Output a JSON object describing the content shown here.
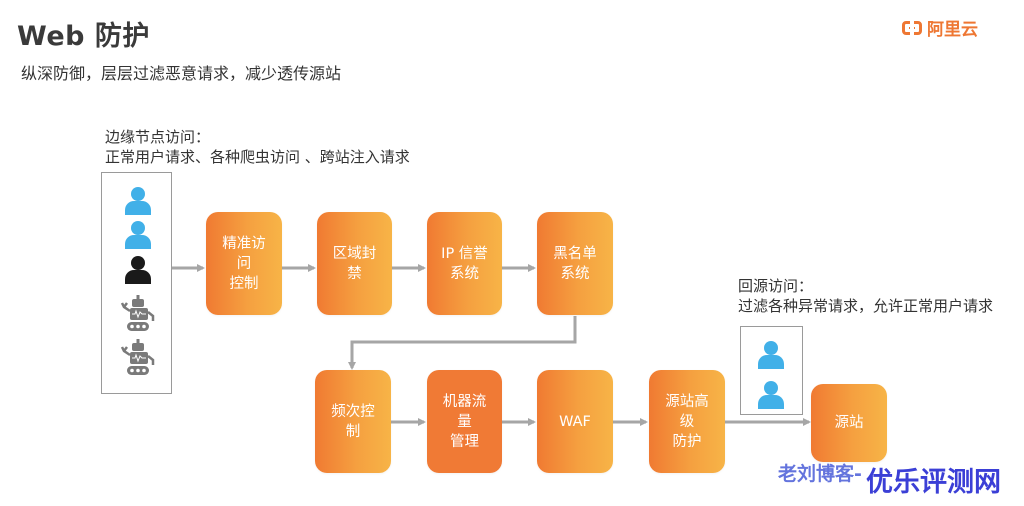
{
  "header": {
    "title": "Web 防护",
    "subtitle": "纵深防御，层层过滤恶意请求，减少透传源站",
    "logo_text": "阿里云",
    "logo_icon": "aliyun-logo-icon",
    "brand_color": "#EE7733"
  },
  "edge_access": {
    "title": "边缘节点访问：",
    "description": "正常用户请求、各种爬虫访问 、跨站注入请求",
    "visitors": [
      {
        "type": "user",
        "icon": "user-icon",
        "color": "#41B0E8"
      },
      {
        "type": "user",
        "icon": "user-icon",
        "color": "#41B0E8"
      },
      {
        "type": "malicious-user",
        "icon": "user-icon",
        "color": "#1A1A1A"
      },
      {
        "type": "crawler",
        "icon": "robot-icon",
        "color": "#7A7A7A"
      },
      {
        "type": "crawler",
        "icon": "robot-icon",
        "color": "#7A7A7A"
      }
    ]
  },
  "pipeline": {
    "row1": [
      {
        "label_line1": "精准访问",
        "label_line2": "控制"
      },
      {
        "label_line1": "区域封禁",
        "label_line2": ""
      },
      {
        "label_line1": "IP 信誉",
        "label_line2": "系统"
      },
      {
        "label_line1": "黑名单",
        "label_line2": "系统"
      }
    ],
    "row2": [
      {
        "label_line1": "频次控制",
        "label_line2": ""
      },
      {
        "label_line1": "机器流量",
        "label_line2": "管理"
      },
      {
        "label_line1": "WAF",
        "label_line2": ""
      },
      {
        "label_line1": "源站高级",
        "label_line2": "防护"
      }
    ],
    "origin": {
      "label_line1": "源站"
    },
    "node_color_start": "#F07A32",
    "node_color_end": "#F7B447",
    "arrow_color": "#A6A6A6"
  },
  "origin_access": {
    "title": "回源访问：",
    "description": "过滤各种异常请求，允许正常用户请求",
    "visitors": [
      {
        "type": "user",
        "icon": "user-icon",
        "color": "#41B0E8"
      },
      {
        "type": "user",
        "icon": "user-icon",
        "color": "#41B0E8"
      }
    ]
  },
  "watermark": {
    "text1": "老刘博客-",
    "text2": "优乐评测网"
  }
}
